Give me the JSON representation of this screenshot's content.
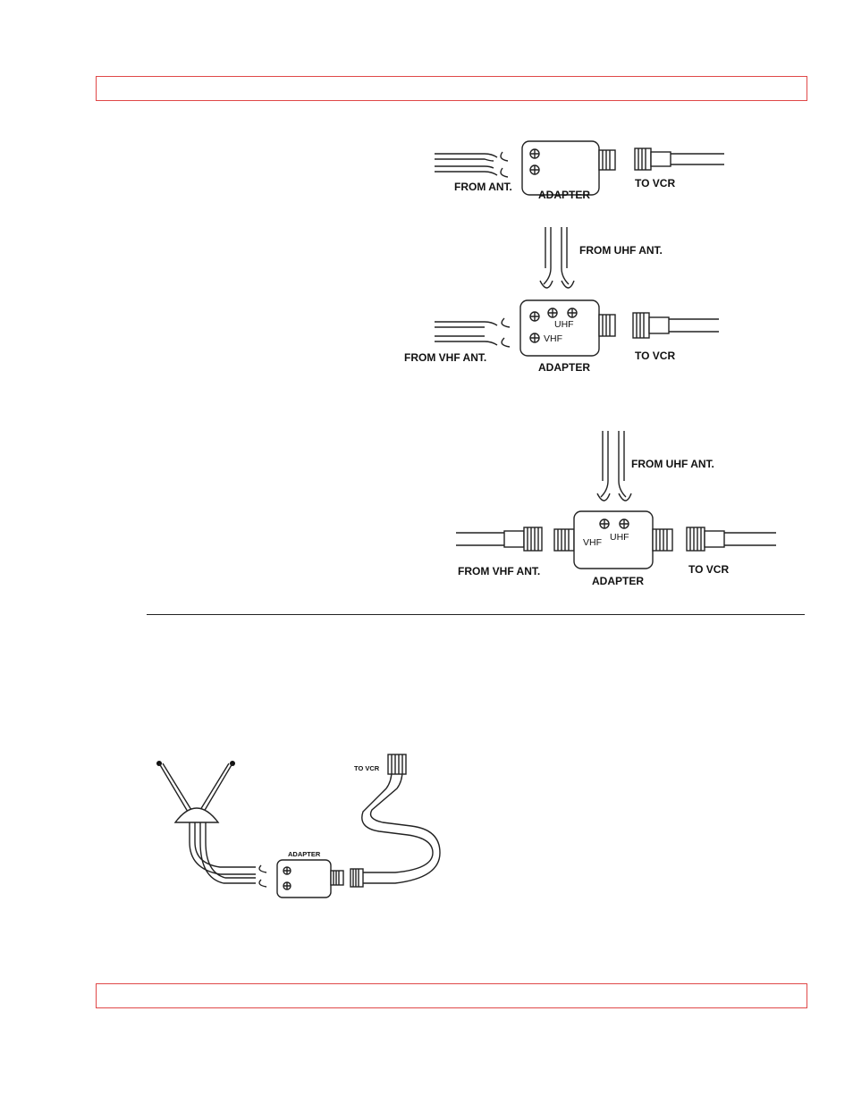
{
  "figure1": {
    "from_label": "FROM ANT.",
    "adapter_label": "ADAPTER",
    "to_label": "TO VCR"
  },
  "figure2": {
    "from_uhf_label": "FROM UHF ANT.",
    "uhf_label": "UHF",
    "vhf_label": "VHF",
    "from_vhf_label": "FROM VHF ANT.",
    "adapter_label": "ADAPTER",
    "to_label": "TO VCR"
  },
  "figure3": {
    "from_uhf_label": "FROM UHF ANT.",
    "vhf_label": "VHF",
    "uhf_label": "UHF",
    "from_vhf_label": "FROM VHF ANT.",
    "adapter_label": "ADAPTER",
    "to_label": "TO VCR"
  },
  "figure4": {
    "adapter_label": "ADAPTER",
    "to_label": "TO VCR"
  }
}
